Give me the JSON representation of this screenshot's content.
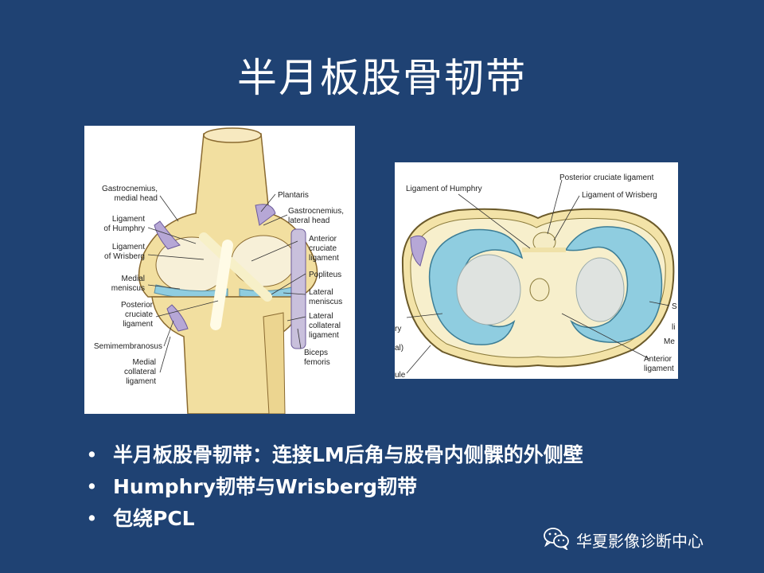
{
  "slide": {
    "title": "半月板股骨韧带",
    "bullets": [
      "半月板股骨韧带：连接LM后角与股骨内侧髁的外侧壁",
      "Humphry韧带与Wrisberg韧带",
      "包绕PCL"
    ],
    "bullet_glyph": "•",
    "watermark": "华夏影像诊断中心"
  },
  "figure_left": {
    "labels": {
      "gastroc_medial_1": "Gastrocnemius,",
      "gastroc_medial_2": "medial head",
      "lig_humphry_1": "Ligament",
      "lig_humphry_2": "of Humphry",
      "lig_wrisberg_1": "Ligament",
      "lig_wrisberg_2": "of Wrisberg",
      "medial_meniscus_1": "Medial",
      "medial_meniscus_2": "meniscus",
      "pcl_1": "Posterior",
      "pcl_2": "cruciate",
      "pcl_3": "ligament",
      "semimembranosus": "Semimembranosus",
      "mcl_1": "Medial",
      "mcl_2": "collateral",
      "mcl_3": "ligament",
      "plantaris": "Plantaris",
      "gastroc_lateral_1": "Gastrocnemius,",
      "gastroc_lateral_2": "lateral head",
      "acl_1": "Anterior",
      "acl_2": "cruciate",
      "acl_3": "ligament",
      "popliteus": "Popliteus",
      "lateral_meniscus_1": "Lateral",
      "lateral_meniscus_2": "meniscus",
      "lcl_1": "Lateral",
      "lcl_2": "collateral",
      "lcl_3": "ligament",
      "biceps_1": "Biceps",
      "biceps_2": "femoris"
    }
  },
  "figure_right": {
    "labels": {
      "lig_humphry": "Ligament of Humphry",
      "pcl": "Posterior  cruciate ligament",
      "lig_wrisberg": "Ligament of Wrisberg",
      "anterior_1": "Anterior",
      "anterior_2": "ligament",
      "cut_left_1": "ry",
      "cut_left_2": "al)",
      "cut_left_3": "ule",
      "cut_right_1": "S",
      "cut_right_2": "li",
      "cut_right_3": "Me"
    }
  },
  "colors": {
    "background": "#1f4273",
    "text": "#ffffff",
    "bone": "#f2dfa0",
    "meniscus": "#8fcde0",
    "ligament": "#f7f0c8"
  }
}
